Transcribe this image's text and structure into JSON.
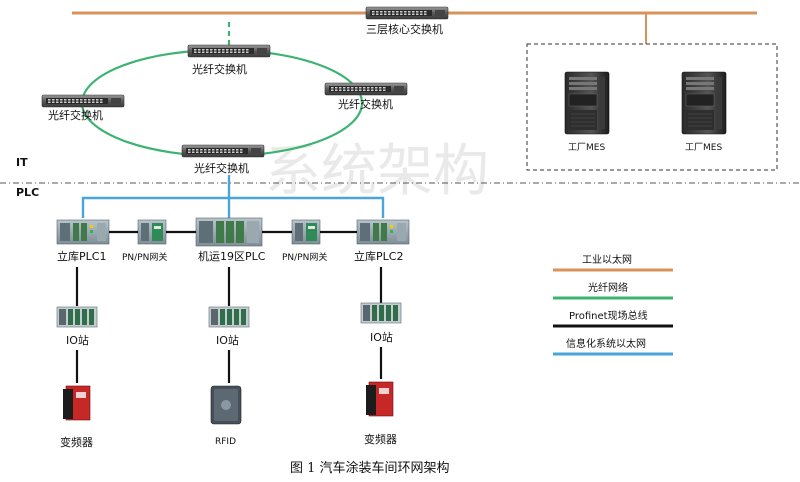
{
  "zones": {
    "it": "IT",
    "plc": "PLC"
  },
  "core_switch": {
    "label": "三层核心交换机"
  },
  "ring_switches": [
    {
      "label": "光纤交换机"
    },
    {
      "label": "光纤交换机"
    },
    {
      "label": "光纤交换机"
    },
    {
      "label": "光纤交换机"
    }
  ],
  "mes_servers": [
    {
      "label": "工厂MES"
    },
    {
      "label": "工厂MES"
    }
  ],
  "plc_row": [
    {
      "label": "立库PLC1"
    },
    {
      "label": "PN/PN网关"
    },
    {
      "label": "机运19区PLC"
    },
    {
      "label": "PN/PN网关"
    },
    {
      "label": "立库PLC2"
    }
  ],
  "io_stations": [
    {
      "label": "IO站"
    },
    {
      "label": "IO站"
    },
    {
      "label": "IO站"
    }
  ],
  "field_devices": [
    {
      "label": "变频器"
    },
    {
      "label": "RFID"
    },
    {
      "label": "变频器"
    }
  ],
  "legend": [
    {
      "label": "工业以太网",
      "color": "#d9925a"
    },
    {
      "label": "光纤网络",
      "color": "#3cb371"
    },
    {
      "label": "Profinet现场总线",
      "color": "#111111"
    },
    {
      "label": "信息化系统以太网",
      "color": "#4aa6d9"
    }
  ],
  "colors": {
    "industrial_ethernet": "#d9925a",
    "fiber": "#3cb371",
    "profinet": "#111111",
    "info_ethernet": "#4aa6d9"
  },
  "watermark": "系统架构",
  "caption": "图 1 汽车涂装车间环网架构"
}
